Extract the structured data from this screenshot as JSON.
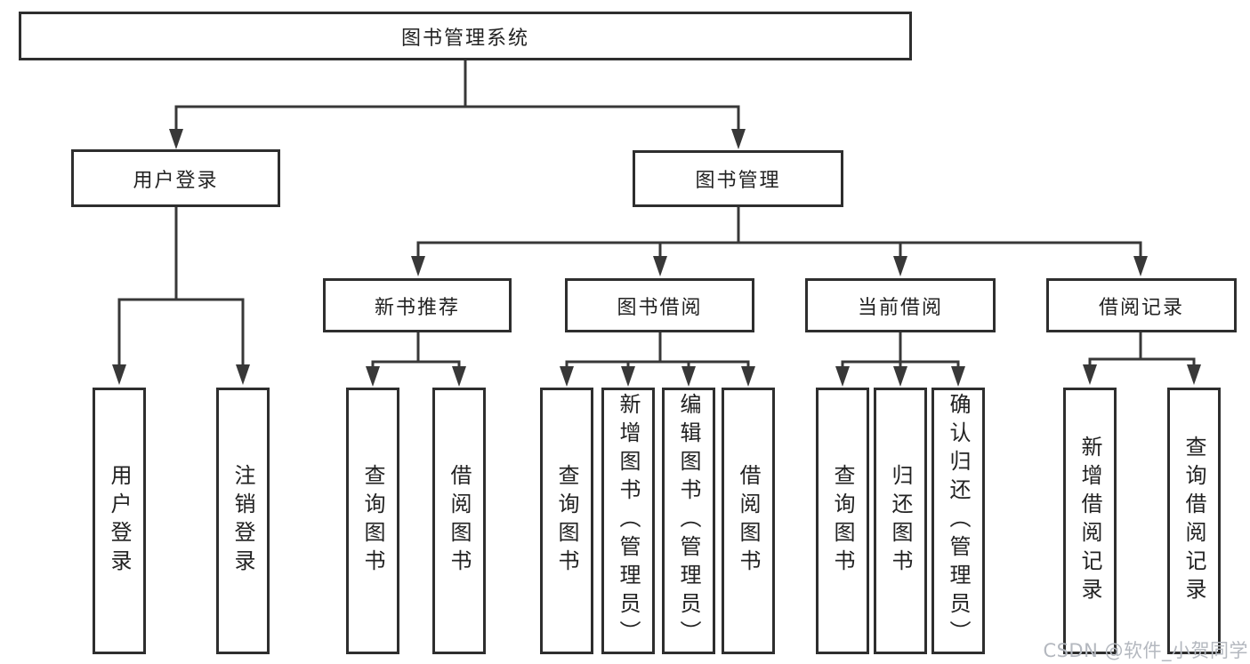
{
  "nodes": {
    "root": "图书管理系统",
    "user_login": "用户登录",
    "book_mgmt": "图书管理",
    "new_book_rec": "新书推荐",
    "book_borrow": "图书借阅",
    "current_borrow": "当前借阅",
    "borrow_records": "借阅记录",
    "leaf_user_login": "用户登录",
    "leaf_logout": "注销登录",
    "leaf_query_book_1": "查询图书",
    "leaf_borrow_book_1": "借阅图书",
    "leaf_query_book_2": "查询图书",
    "leaf_add_book_admin": "新增图书（管理员）",
    "leaf_edit_book_admin": "编辑图书（管理员）",
    "leaf_borrow_book_2": "借阅图书",
    "leaf_query_book_3": "查询图书",
    "leaf_return_book": "归还图书",
    "leaf_confirm_return_admin": "确认归还（管理员）",
    "leaf_add_borrow_record": "新增借阅记录",
    "leaf_query_borrow_record": "查询借阅记录"
  },
  "watermark": "CSDN @软件_小贺同学",
  "colors": {
    "line": "#383838",
    "border": "#2e2e2e",
    "text": "#222222",
    "watermark": "#b4b8bf",
    "background": "#ffffff"
  }
}
